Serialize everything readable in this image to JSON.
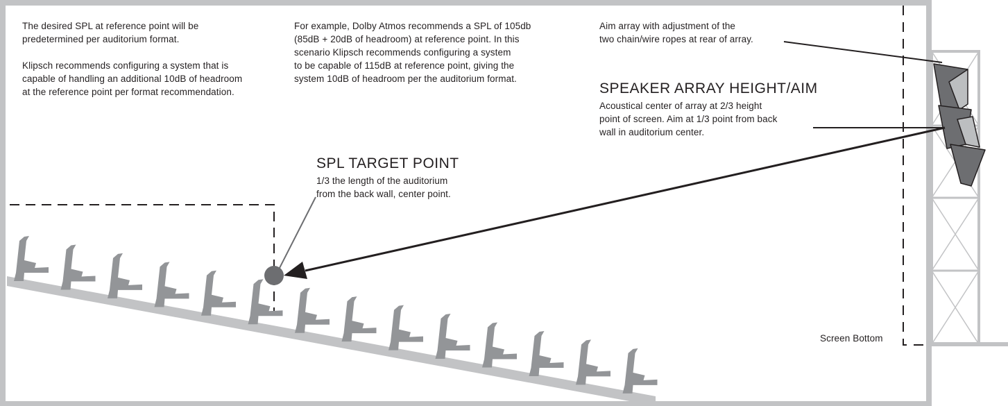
{
  "notes": {
    "spl_intro": {
      "line1": "The desired SPL at reference point will be",
      "line2": "predetermined per auditorium format.",
      "line3": "Klipsch recommends configuring a system that is",
      "line4": "capable of handling an additional 10dB of headroom",
      "line5": "at the reference point per format recommendation."
    },
    "example": {
      "line1": "For example, Dolby Atmos recommends a SPL of 105db",
      "line2": "(85dB + 20dB of headroom) at reference point. In this",
      "line3": "scenario Klipsch recommends configuring a system",
      "line4": "to be capable of 115dB at reference point, giving the",
      "line5": "system 10dB of headroom per the auditorium format."
    },
    "aim_adjust": {
      "line1": "Aim array with adjustment of the",
      "line2": "two chain/wire ropes at rear of array."
    }
  },
  "speaker_array": {
    "title": "SPEAKER ARRAY HEIGHT/AIM",
    "line1": "Acoustical center of array at 2/3 height",
    "line2": "point of screen. Aim at 1/3 point from back",
    "line3": "wall in auditorium center."
  },
  "spl_target": {
    "title": "SPL TARGET POINT",
    "line1": "1/3 the length of the auditorium",
    "line2": "from the back wall, center point."
  },
  "screen_bottom_label": "Screen Bottom",
  "colors": {
    "frame": "#c2c3c5",
    "seat": "#939598",
    "target_dot": "#6d6e71",
    "speaker": "#6d6e71",
    "speaker_light": "#bcbec0",
    "line": "#231f20"
  },
  "seat_count": 14
}
